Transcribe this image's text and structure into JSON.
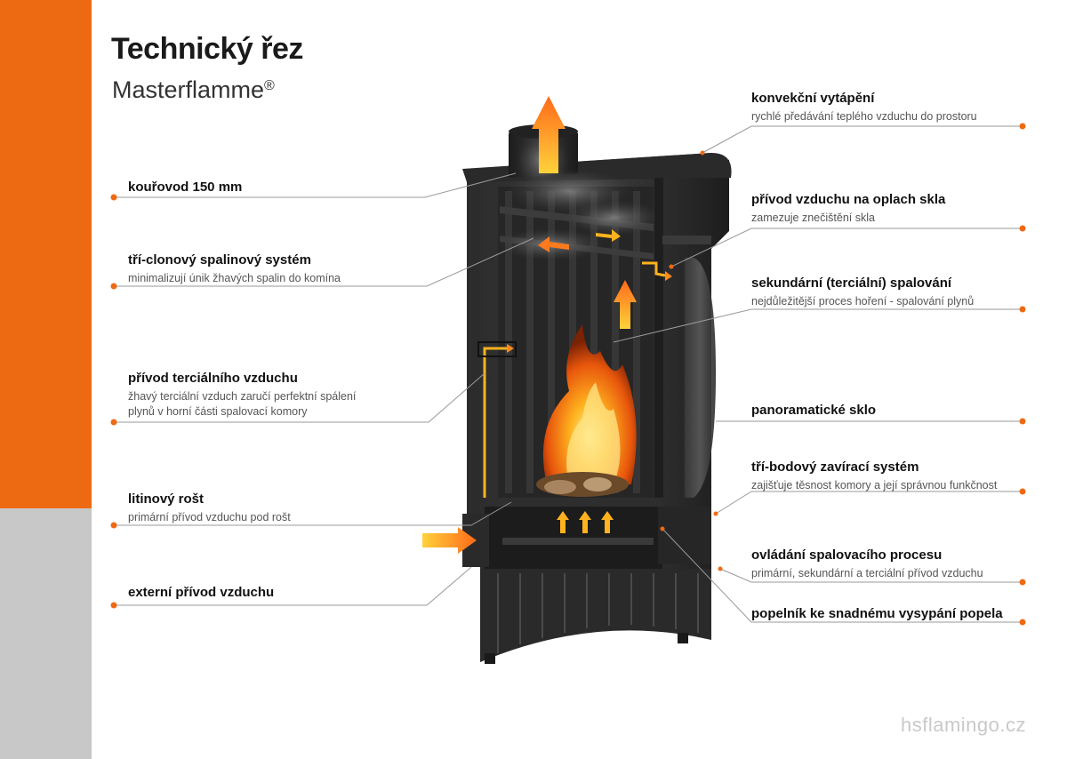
{
  "title": "Technický řez",
  "subtitle": "Masterflamme",
  "subtitle_mark": "®",
  "credit": "hsflamingo.cz",
  "colors": {
    "accent": "#ee6a12",
    "sidebar_grey": "#c8c8c8",
    "leader_line": "#9a9a9a",
    "dot": "#ee6a12"
  },
  "callouts_left": [
    {
      "label": "kouřovod 150 mm",
      "desc": ""
    },
    {
      "label": "tří-clonový spalinový systém",
      "desc": "minimalizují únik žhavých spalin do komína"
    },
    {
      "label": "přívod terciálního vzduchu",
      "desc": "žhavý terciální vzduch zaručí perfektní spálení",
      "desc2": "plynů v horní části spalovací komory"
    },
    {
      "label": "litinový rošt",
      "desc": "primární přívod vzduchu pod rošt"
    },
    {
      "label": "externí přívod vzduchu",
      "desc": ""
    }
  ],
  "callouts_right": [
    {
      "label": "konvekční vytápění",
      "desc": "rychlé předávání teplého vzduchu do prostoru"
    },
    {
      "label": "přívod vzduchu na oplach skla",
      "desc": "zamezuje znečištění skla"
    },
    {
      "label": "sekundární (terciální) spalování",
      "desc": "nejdůležitější proces hoření - spalování plynů"
    },
    {
      "label": "panoramatické sklo",
      "desc": ""
    },
    {
      "label": "tří-bodový zavírací systém",
      "desc": "zajišťuje těsnost komory a její správnou funkčnost"
    },
    {
      "label": "ovládání spalovacího procesu",
      "desc": "primární, sekundární a terciální přívod vzduchu"
    },
    {
      "label": "popelník ke snadnému vysypání popela",
      "desc": ""
    }
  ]
}
